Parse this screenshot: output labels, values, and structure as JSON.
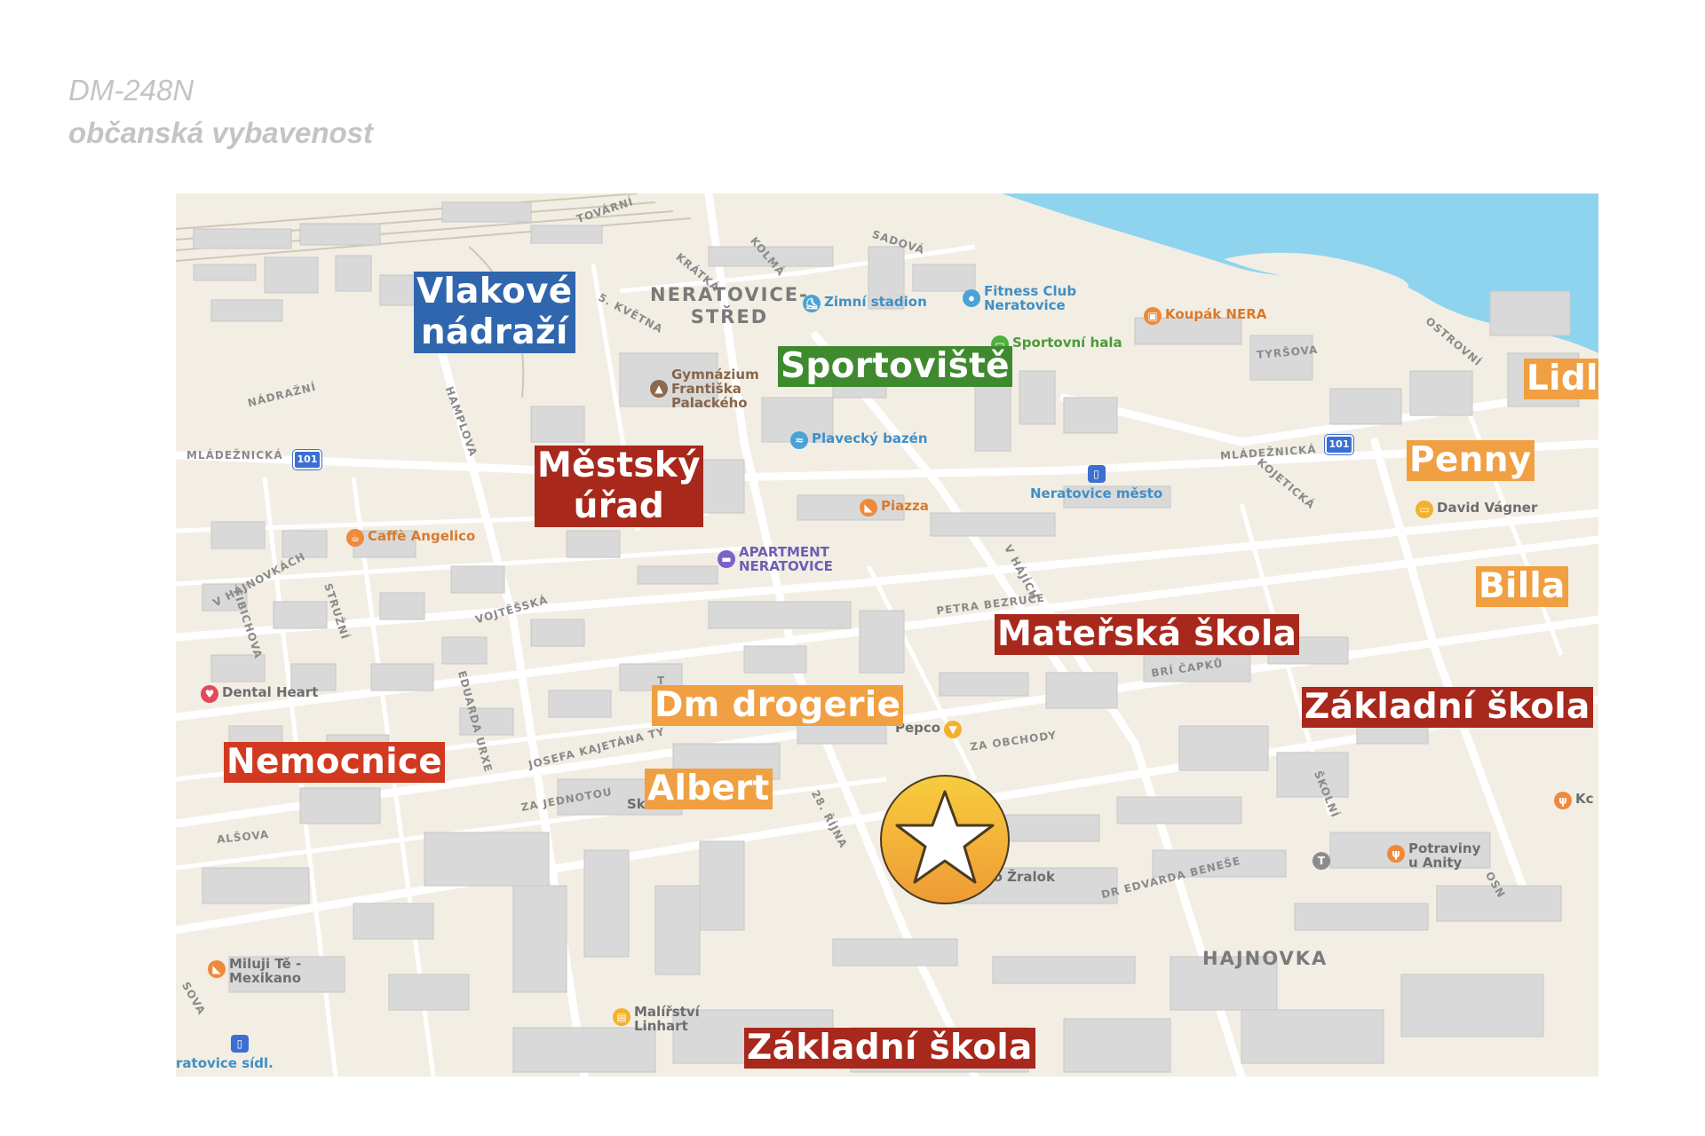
{
  "header": {
    "code": "DM-248N",
    "subtitle": "občanská vybavenost"
  },
  "colors": {
    "blue": "#2f66ae",
    "green": "#3f8a2e",
    "maroon": "#a8281c",
    "red": "#d13a20",
    "orange": "#f0a042",
    "water": "#8fd4ef",
    "land": "#f2eee4",
    "building": "#d9d9d9",
    "marker": "#f1b33a"
  },
  "labels": {
    "vlakove_line1": "Vlakové",
    "vlakove_line2": "nádraží",
    "sportoviste": "Sportoviště",
    "mestsky_line1": "Městský",
    "mestsky_line2": "úřad",
    "lidl": "Lidl",
    "penny": "Penny",
    "billa": "Billa",
    "materska": "Mateřská škola",
    "zakladni_east": "Základní škola",
    "dm": "Dm drogerie",
    "albert": "Albert",
    "nemocnice": "Nemocnice",
    "zakladni_south": "Základní škola"
  },
  "pois": {
    "zimni_stadion": "Zimní stadion",
    "fitness_line1": "Fitness Club",
    "fitness_line2": "Neratovice",
    "koupak": "Koupák NERA",
    "sportovni_hala": "Sportovní hala",
    "gymnazium_line1": "Gymnázium",
    "gymnazium_line2": "Františka",
    "gymnazium_line3": "Palackého",
    "plavecky_bazen": "Plavecký bazén",
    "neratovice_mesto": "Neratovice město",
    "piazza": "Piazza",
    "caffe_angelico": "Caffè Angelico",
    "apartment_line1": "APARTMENT",
    "apartment_line2": "NERATOVICE",
    "david_vagner": "David Vágner",
    "dental_heart": "Dental Heart",
    "pepco": "Pepco",
    "zralok": "tro Žralok",
    "potraviny_line1": "Potraviny",
    "potraviny_line2": "u Anity",
    "kc": "Kc",
    "miluji_line1": "Miluji Tě -",
    "miluji_line2": "Mexikano",
    "malirstvi_line1": "Malířství",
    "malirstvi_line2": "Linhart",
    "station_sidl": "ratovice sídl.",
    "sk": "Sk"
  },
  "streets": {
    "tovarni": "TOVÁRNÍ",
    "sadova": "SADOVÁ",
    "kolma": "KOLMÁ",
    "kratka": "KRÁTKÁ",
    "s_kvetna": "5. KVĚTNA",
    "nadrazni": "NÁDRAŽNÍ",
    "hamplova": "HAMPLOVA",
    "mladeznicka_w": "MLÁDEŽNICKÁ",
    "mladeznicka_e": "MLÁDEŽNICKÁ",
    "tyrsova": "TYRŠOVA",
    "ostrovni": "OSTROVNÍ",
    "kojeticka": "KOJETICKÁ",
    "v_hajich": "V HÁJÍCH",
    "petra_bezruce": "PETRA BEZRUČE",
    "bri_capku": "BRÍ ČAPKŮ",
    "za_obchody": "ZA OBCHODY",
    "v_hajnovkach": "V HÁJNOVKÁCH",
    "struzni": "STRUŽNÍ",
    "fibichova": "FIBICHOVA",
    "vojtesska": "VOJTĚŠSKÁ",
    "eduarda_urxe": "EDUARDA URXE",
    "josefa_kajetana": "JOSEFA KAJETÁNA TY",
    "za_jednotou": "ZA JEDNOTOU",
    "alsova": "ALŠOVA",
    "rijna": "28. ŘÍJNA",
    "dr_benese": "DR EDVARDA BENEŠE",
    "skolni": "ŠKOLNÍ",
    "osn": "OSN",
    "sova": "SOVA",
    "t_letter": "T"
  },
  "districts": {
    "stred_line1": "NERATOVICE-",
    "stred_line2": "STŘED",
    "hajnovka": "HAJNOVKA"
  },
  "shields": {
    "route_w": "101",
    "route_e": "101"
  },
  "icons": {
    "marker": "star-icon",
    "skate": "skate-icon",
    "dumbbell": "dumbbell-icon",
    "swim": "swim-icon",
    "bus": "bus-icon",
    "train": "train-icon",
    "school": "school-icon",
    "pizza": "pizza-icon",
    "coffee": "coffee-icon",
    "bed": "bed-icon",
    "shirt": "shirt-icon",
    "tooth": "tooth-icon",
    "fork": "fork-icon",
    "tv": "tv-icon",
    "shop": "shop-icon"
  }
}
